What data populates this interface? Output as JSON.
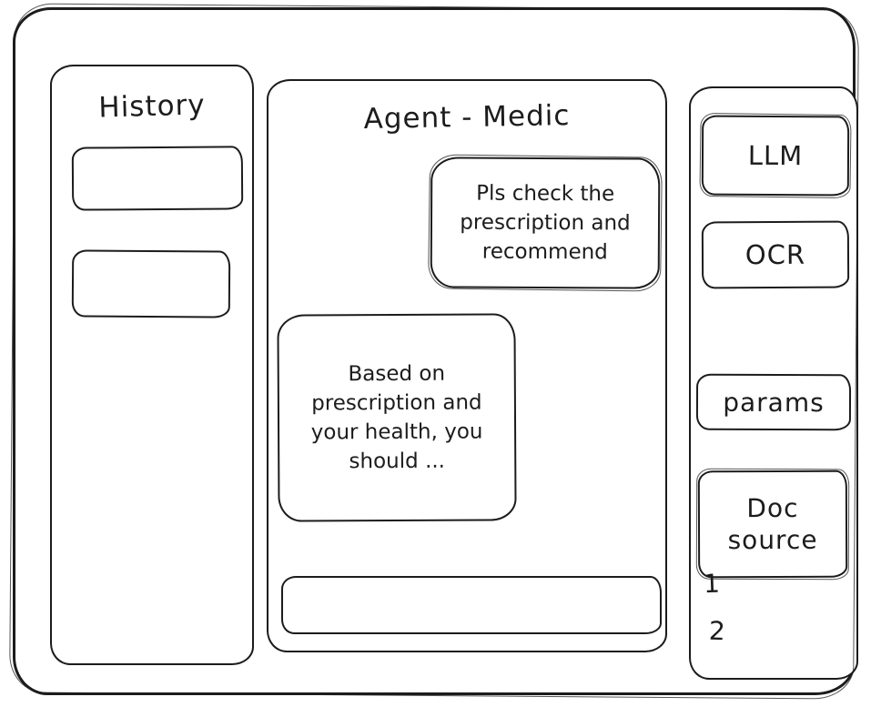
{
  "colors": {
    "ink": "#1c1c1c",
    "paper": "#ffffff"
  },
  "history": {
    "title": "History",
    "items": [
      {
        "label": ""
      },
      {
        "label": ""
      }
    ]
  },
  "chat": {
    "title": "Agent - Medic",
    "messages": [
      {
        "role": "user",
        "text": "Pls check the prescription and recommend"
      },
      {
        "role": "agent",
        "text": "Based on prescription and your health, you should ..."
      }
    ],
    "composer": {
      "value": "",
      "placeholder": ""
    }
  },
  "tools": {
    "llm_label": "LLM",
    "ocr_label": "OCR",
    "params_label": "params",
    "doc_source_label": "Doc source",
    "doc_items": [
      "1",
      "2"
    ]
  }
}
